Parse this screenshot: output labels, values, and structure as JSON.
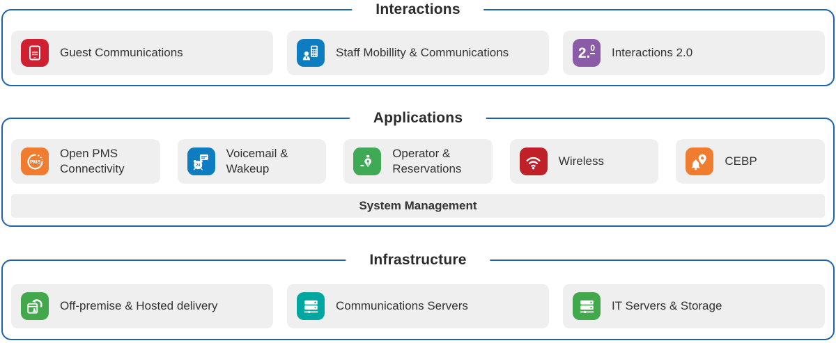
{
  "colors": {
    "panel_border": "#1d62ae",
    "card_background": "#efefef",
    "label_text": "#333333",
    "title_text": "#2b2b2b",
    "page_background": "#ffffff"
  },
  "sections": [
    {
      "title": "Interactions",
      "cards": [
        {
          "label": "Guest Communications",
          "icon": "tablet-document-icon",
          "icon_color": "#ce2030"
        },
        {
          "label": "Staff Mobillity & Communications",
          "icon": "person-mobile-phone-icon",
          "icon_color": "#0d7cc1"
        },
        {
          "label": "Interactions 2.0",
          "icon": "version-2-0-icon",
          "icon_color": "#8a5ca7",
          "icon_text_main": "2.",
          "icon_text_sup": "0"
        }
      ]
    },
    {
      "title": "Applications",
      "cards": [
        {
          "label": "Open PMS Connectivity",
          "icon": "pms-circle-icon",
          "icon_color": "#f07c30",
          "icon_text": "PMS"
        },
        {
          "label": "Voicemail & Wakeup",
          "icon": "alarm-clock-message-icon",
          "icon_color": "#0d7cc1",
          "icon_text": "24"
        },
        {
          "label": "Operator & Reservations",
          "icon": "operator-pen-nib-icon",
          "icon_color": "#3fa955"
        },
        {
          "label": "Wireless",
          "icon": "wifi-icon",
          "icon_color": "#c02128"
        },
        {
          "label": "CEBP",
          "icon": "bell-location-pin-icon",
          "icon_color": "#f07c30"
        }
      ],
      "system_bar": "System Management"
    },
    {
      "title": "Infrastructure",
      "cards": [
        {
          "label": "Off-premise & Hosted delivery",
          "icon": "window-cloud-arrow-icon",
          "icon_color": "#43a84c"
        },
        {
          "label": "Communications Servers",
          "icon": "server-stack-icon",
          "icon_color": "#00a7a0"
        },
        {
          "label": "IT Servers & Storage",
          "icon": "server-stack-icon",
          "icon_color": "#43a84c"
        }
      ]
    }
  ]
}
